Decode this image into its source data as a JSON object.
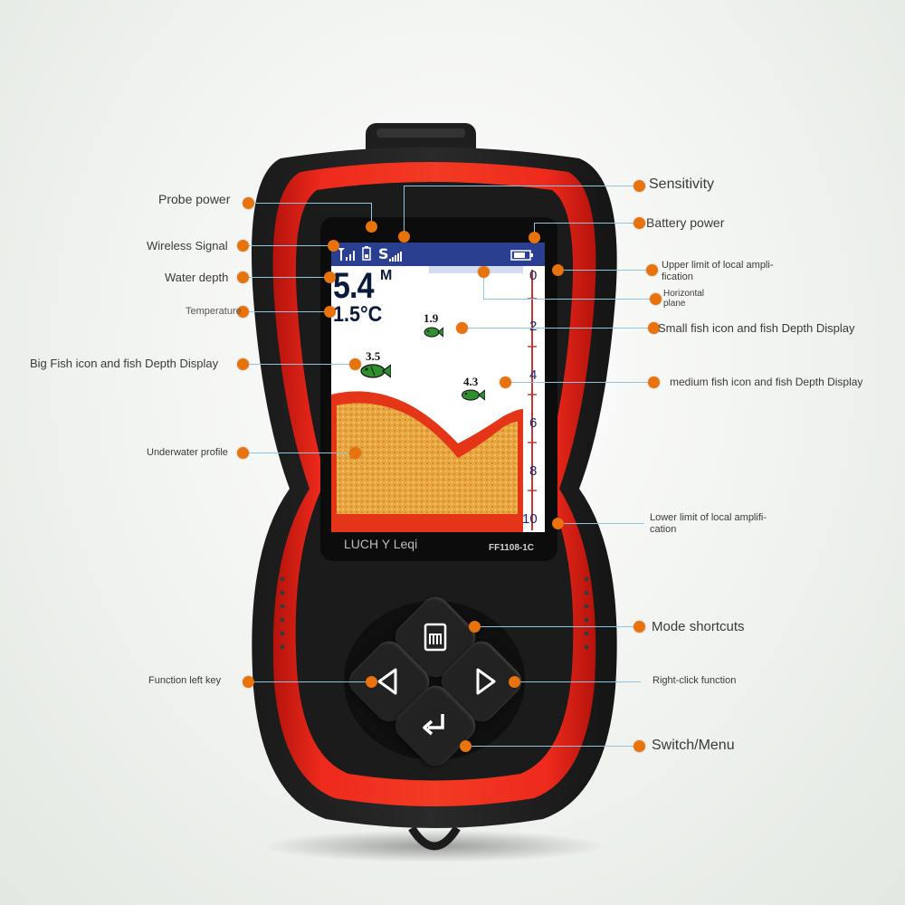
{
  "device": {
    "brand_text": "LUCH Y Leqi",
    "model": "FF1108-1C",
    "accent_color": "#e8720c",
    "body_color": "#e3241b"
  },
  "screen": {
    "status_icons": [
      "signal-icon",
      "probe-battery-icon",
      "sensitivity-icon",
      "battery-icon"
    ],
    "sensitivity_letter": "S",
    "depth_reading": "5.4",
    "depth_unit": "M",
    "temperature_reading": "1.5°C",
    "fish": [
      {
        "label": "1.9",
        "size": "small"
      },
      {
        "label": "3.5",
        "size": "big"
      },
      {
        "label": "4.3",
        "size": "medium"
      }
    ],
    "depth_scale": [
      "0",
      "2",
      "4",
      "6",
      "8",
      "10"
    ]
  },
  "callouts": {
    "probe_power": "Probe power",
    "wireless_signal": "Wireless Signal",
    "water_depth": "Water depth",
    "temperature": "Temperature",
    "big_fish": "Big Fish icon and fish Depth Display",
    "underwater_profile": "Underwater profile",
    "function_left_key": "Function left key",
    "sensitivity": "Sensitivity",
    "battery_power": "Battery power",
    "upper_limit_1": "Upper limit of local ampli-",
    "upper_limit_2": "fication",
    "horizontal_plane_1": "Horizontal",
    "horizontal_plane_2": "plane",
    "small_fish": "Small fish icon and fish Depth Display",
    "medium_fish": "medium fish icon and fish Depth Display",
    "lower_limit_1": "Lower limit of local amplifi-",
    "lower_limit_2": "cation",
    "mode_shortcuts": "Mode shortcuts",
    "right_click": "Right-click function",
    "switch_menu": "Switch/Menu"
  }
}
